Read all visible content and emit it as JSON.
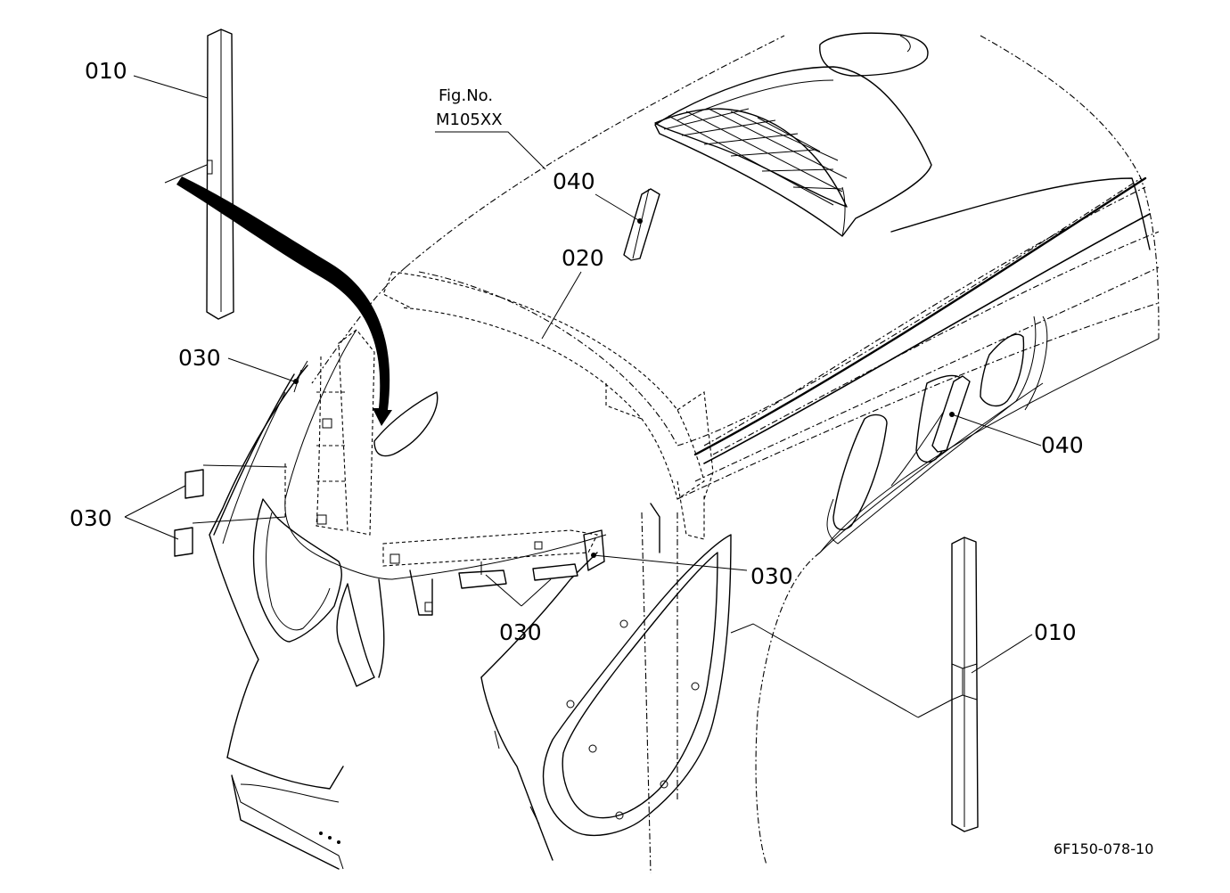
{
  "figure": {
    "fig_label": "Fig.No.",
    "fig_number": "M105XX",
    "drawing_code": "6F150-078-10"
  },
  "callouts": {
    "c010_top": "010",
    "c010_bottom": "010",
    "c020": "020",
    "c030_upper": "030",
    "c030_left": "030",
    "c030_center_right": "030",
    "c030_bottom": "030",
    "c040_top": "040",
    "c040_right": "040"
  },
  "colors": {
    "line": "#000000",
    "background": "#ffffff"
  }
}
